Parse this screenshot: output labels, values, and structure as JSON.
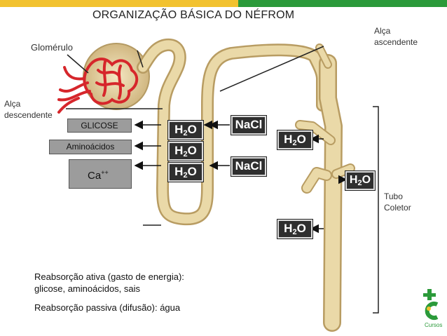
{
  "title": "ORGANIZAÇÃO BÁSICA DO NÉFROM",
  "labels": {
    "glomerulo": "Glomérulo",
    "alca_desc_1": "Alça",
    "alca_desc_2": "descendente",
    "alca_asc_1": "Alça",
    "alca_asc_2": "ascendente",
    "tubo_1": "Tubo",
    "tubo_2": "Coletor"
  },
  "solutes": {
    "glicose": "GLICOSE",
    "aminoacidos": "Aminoácidos",
    "calcio": "Ca",
    "calcio_charge": "++"
  },
  "tags": {
    "water_main": "H",
    "water_sub": "2",
    "water_tail": "O",
    "salt": "NaCl"
  },
  "notes": {
    "line1": "Reabsorção ativa (gasto de energia):",
    "line2": "glicose, aminoácidos, sais",
    "line3": "Reabsorção passiva (difusão): água"
  },
  "colors": {
    "tubule": "#ead9a8",
    "tubule_edge": "#c4ad73",
    "capillary": "#d6262b",
    "top_yellow": "#f2c230",
    "top_green": "#2b9a3a"
  },
  "logo": {
    "text": "Cursos"
  }
}
